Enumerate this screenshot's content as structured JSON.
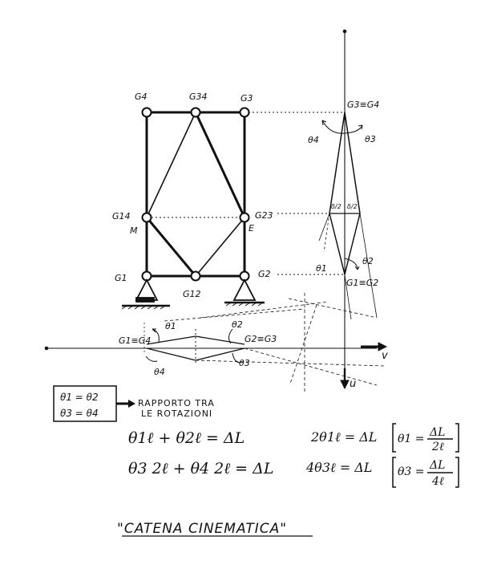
{
  "nodes": {
    "g4": "G4",
    "g34": "G34",
    "g3": "G3",
    "g14": "G14",
    "m": "M",
    "g23": "G23",
    "e": "E",
    "g1": "G1",
    "g12": "G12",
    "g2": "G2"
  },
  "vertical_diagram": {
    "g3_g4": "G3≡G4",
    "theta4": "θ4",
    "theta3": "θ3",
    "half_left": "δ/2",
    "half_right": "δ/2",
    "theta1": "θ1",
    "theta2": "θ2",
    "g1_g2": "G1≡G2"
  },
  "horizontal_diagram": {
    "g1_g4": "G1≡G4",
    "theta1": "θ1",
    "theta2": "θ2",
    "g2_g3": "G2≡G3",
    "theta4": "θ4",
    "theta3": "θ3",
    "axis_v": "v",
    "axis_u": "u"
  },
  "relations": {
    "box_line1": "θ1 = θ2",
    "box_line2": "θ3 = θ4",
    "note_line1": "RAPPORTO TRA",
    "note_line2": "LE ROTAZIONI"
  },
  "equations": {
    "eq1": "θ1ℓ + θ2ℓ = ΔL",
    "eq2": "θ3 2ℓ + θ4 2ℓ = ΔL",
    "eq3": "2θ1ℓ = ΔL",
    "eq4": "4θ3ℓ = ΔL",
    "res1_lhs": "θ1 =",
    "res1_num": "ΔL",
    "res1_den": "2ℓ",
    "res2_lhs": "θ3 =",
    "res2_num": "ΔL",
    "res2_den": "4ℓ"
  },
  "caption": "\"CATENA CINEMATICA\""
}
